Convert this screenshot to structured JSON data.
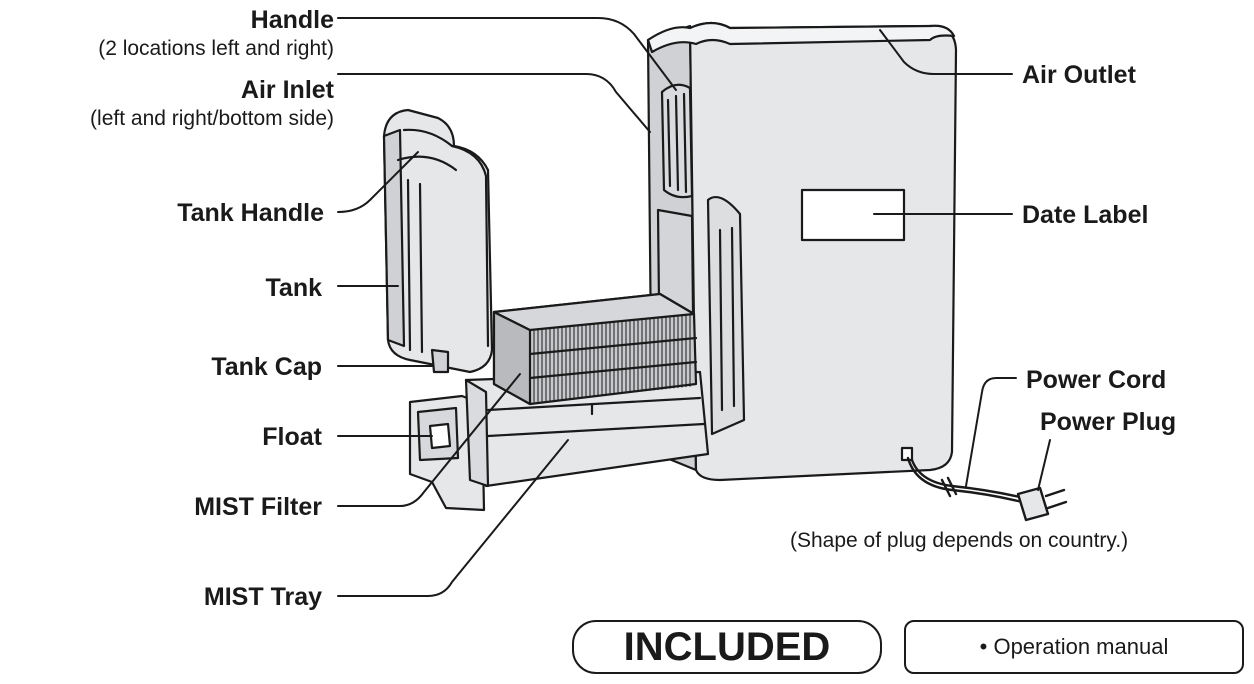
{
  "labels": {
    "handle": "Handle",
    "handle_note": "(2 locations left and right)",
    "air_inlet": "Air Inlet",
    "air_inlet_note": "(left and right/bottom side)",
    "tank_handle": "Tank Handle",
    "tank": "Tank",
    "tank_cap": "Tank Cap",
    "float": "Float",
    "mist_filter": "MIST Filter",
    "mist_tray": "MIST Tray",
    "air_outlet": "Air Outlet",
    "date_label": "Date Label",
    "power_cord": "Power Cord",
    "power_plug": "Power Plug",
    "plug_note": "(Shape of plug depends on country.)"
  },
  "included": {
    "badge": "INCLUDED",
    "items": "• Operation manual"
  },
  "colors": {
    "line": "#1a1a1a",
    "body_fill": "#e6e7e9",
    "shade_fill": "#cfd1d4",
    "filter_fill": "#c7c9cc"
  }
}
